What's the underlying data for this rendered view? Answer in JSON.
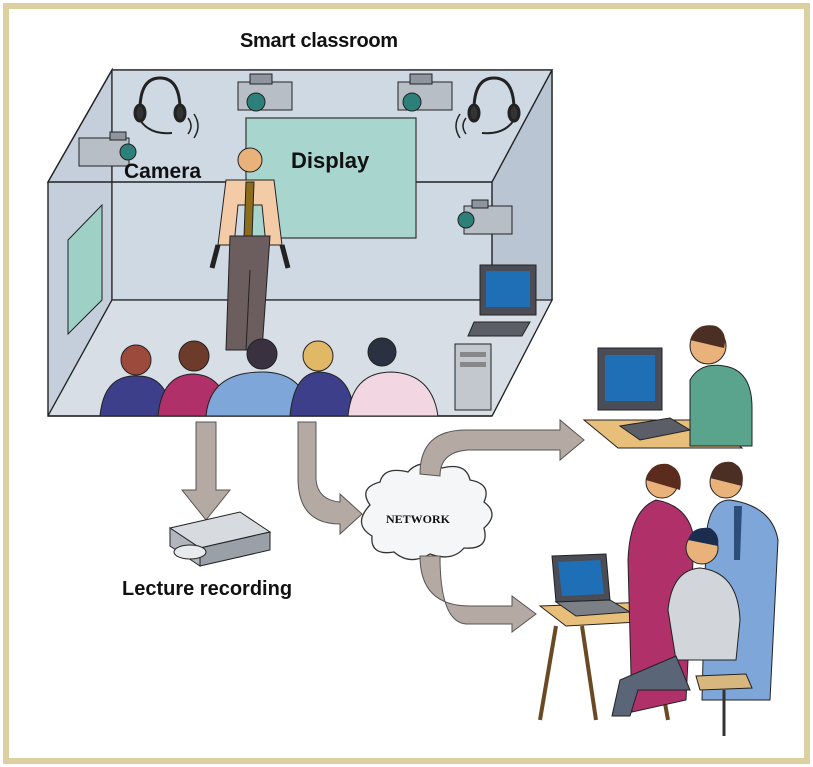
{
  "labels": {
    "title": "Smart classroom",
    "camera": "Camera",
    "display": "Display",
    "network": "NETWORK",
    "recording": "Lecture recording"
  },
  "colors": {
    "frame": "#dccfa0",
    "room_wall": "#c9d4df",
    "display": "#a9d5cf",
    "arrow": "#b5a9a3",
    "cloud": "#f4f6f8",
    "desk": "#e7bf7a",
    "skin": "#e9b27a"
  },
  "icons": [
    "headset-icon",
    "ceiling-camera-icon",
    "wall-camera-icon",
    "display-screen",
    "computer-monitor-icon",
    "pc-tower-icon",
    "dvd-recorder-icon",
    "laptop-icon",
    "chair-icon",
    "network-cloud"
  ]
}
